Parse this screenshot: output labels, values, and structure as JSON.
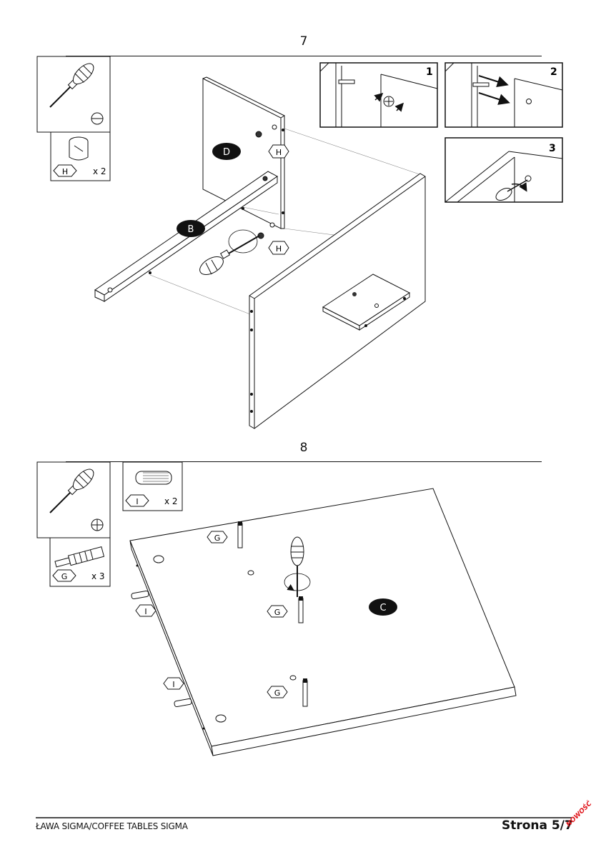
{
  "steps": [
    {
      "number": "7",
      "tool_box": {
        "tool": "screwdriver-flat-icon",
        "symbol": "flat-head-icon"
      },
      "part_box": {
        "part": "H",
        "qty": "x 2"
      },
      "panels": {
        "D": "D",
        "B": "B"
      },
      "callouts": [
        "H",
        "H"
      ],
      "detail_boxes": [
        "1",
        "2",
        "3"
      ]
    },
    {
      "number": "8",
      "tool_box": {
        "tool": "screwdriver-phillips-icon",
        "symbol": "phillips-head-icon"
      },
      "part_boxes": [
        {
          "part": "I",
          "qty": "x 2"
        },
        {
          "part": "G",
          "qty": "x 3"
        }
      ],
      "panels": {
        "C": "C"
      },
      "callouts": [
        "G",
        "G",
        "G",
        "I",
        "I"
      ]
    }
  ],
  "footer": {
    "title": "ŁAWA SIGMA/COFFEE TABLES SIGMA",
    "page": "Strona 5/7",
    "stamp": "NOWOŚĆ"
  }
}
